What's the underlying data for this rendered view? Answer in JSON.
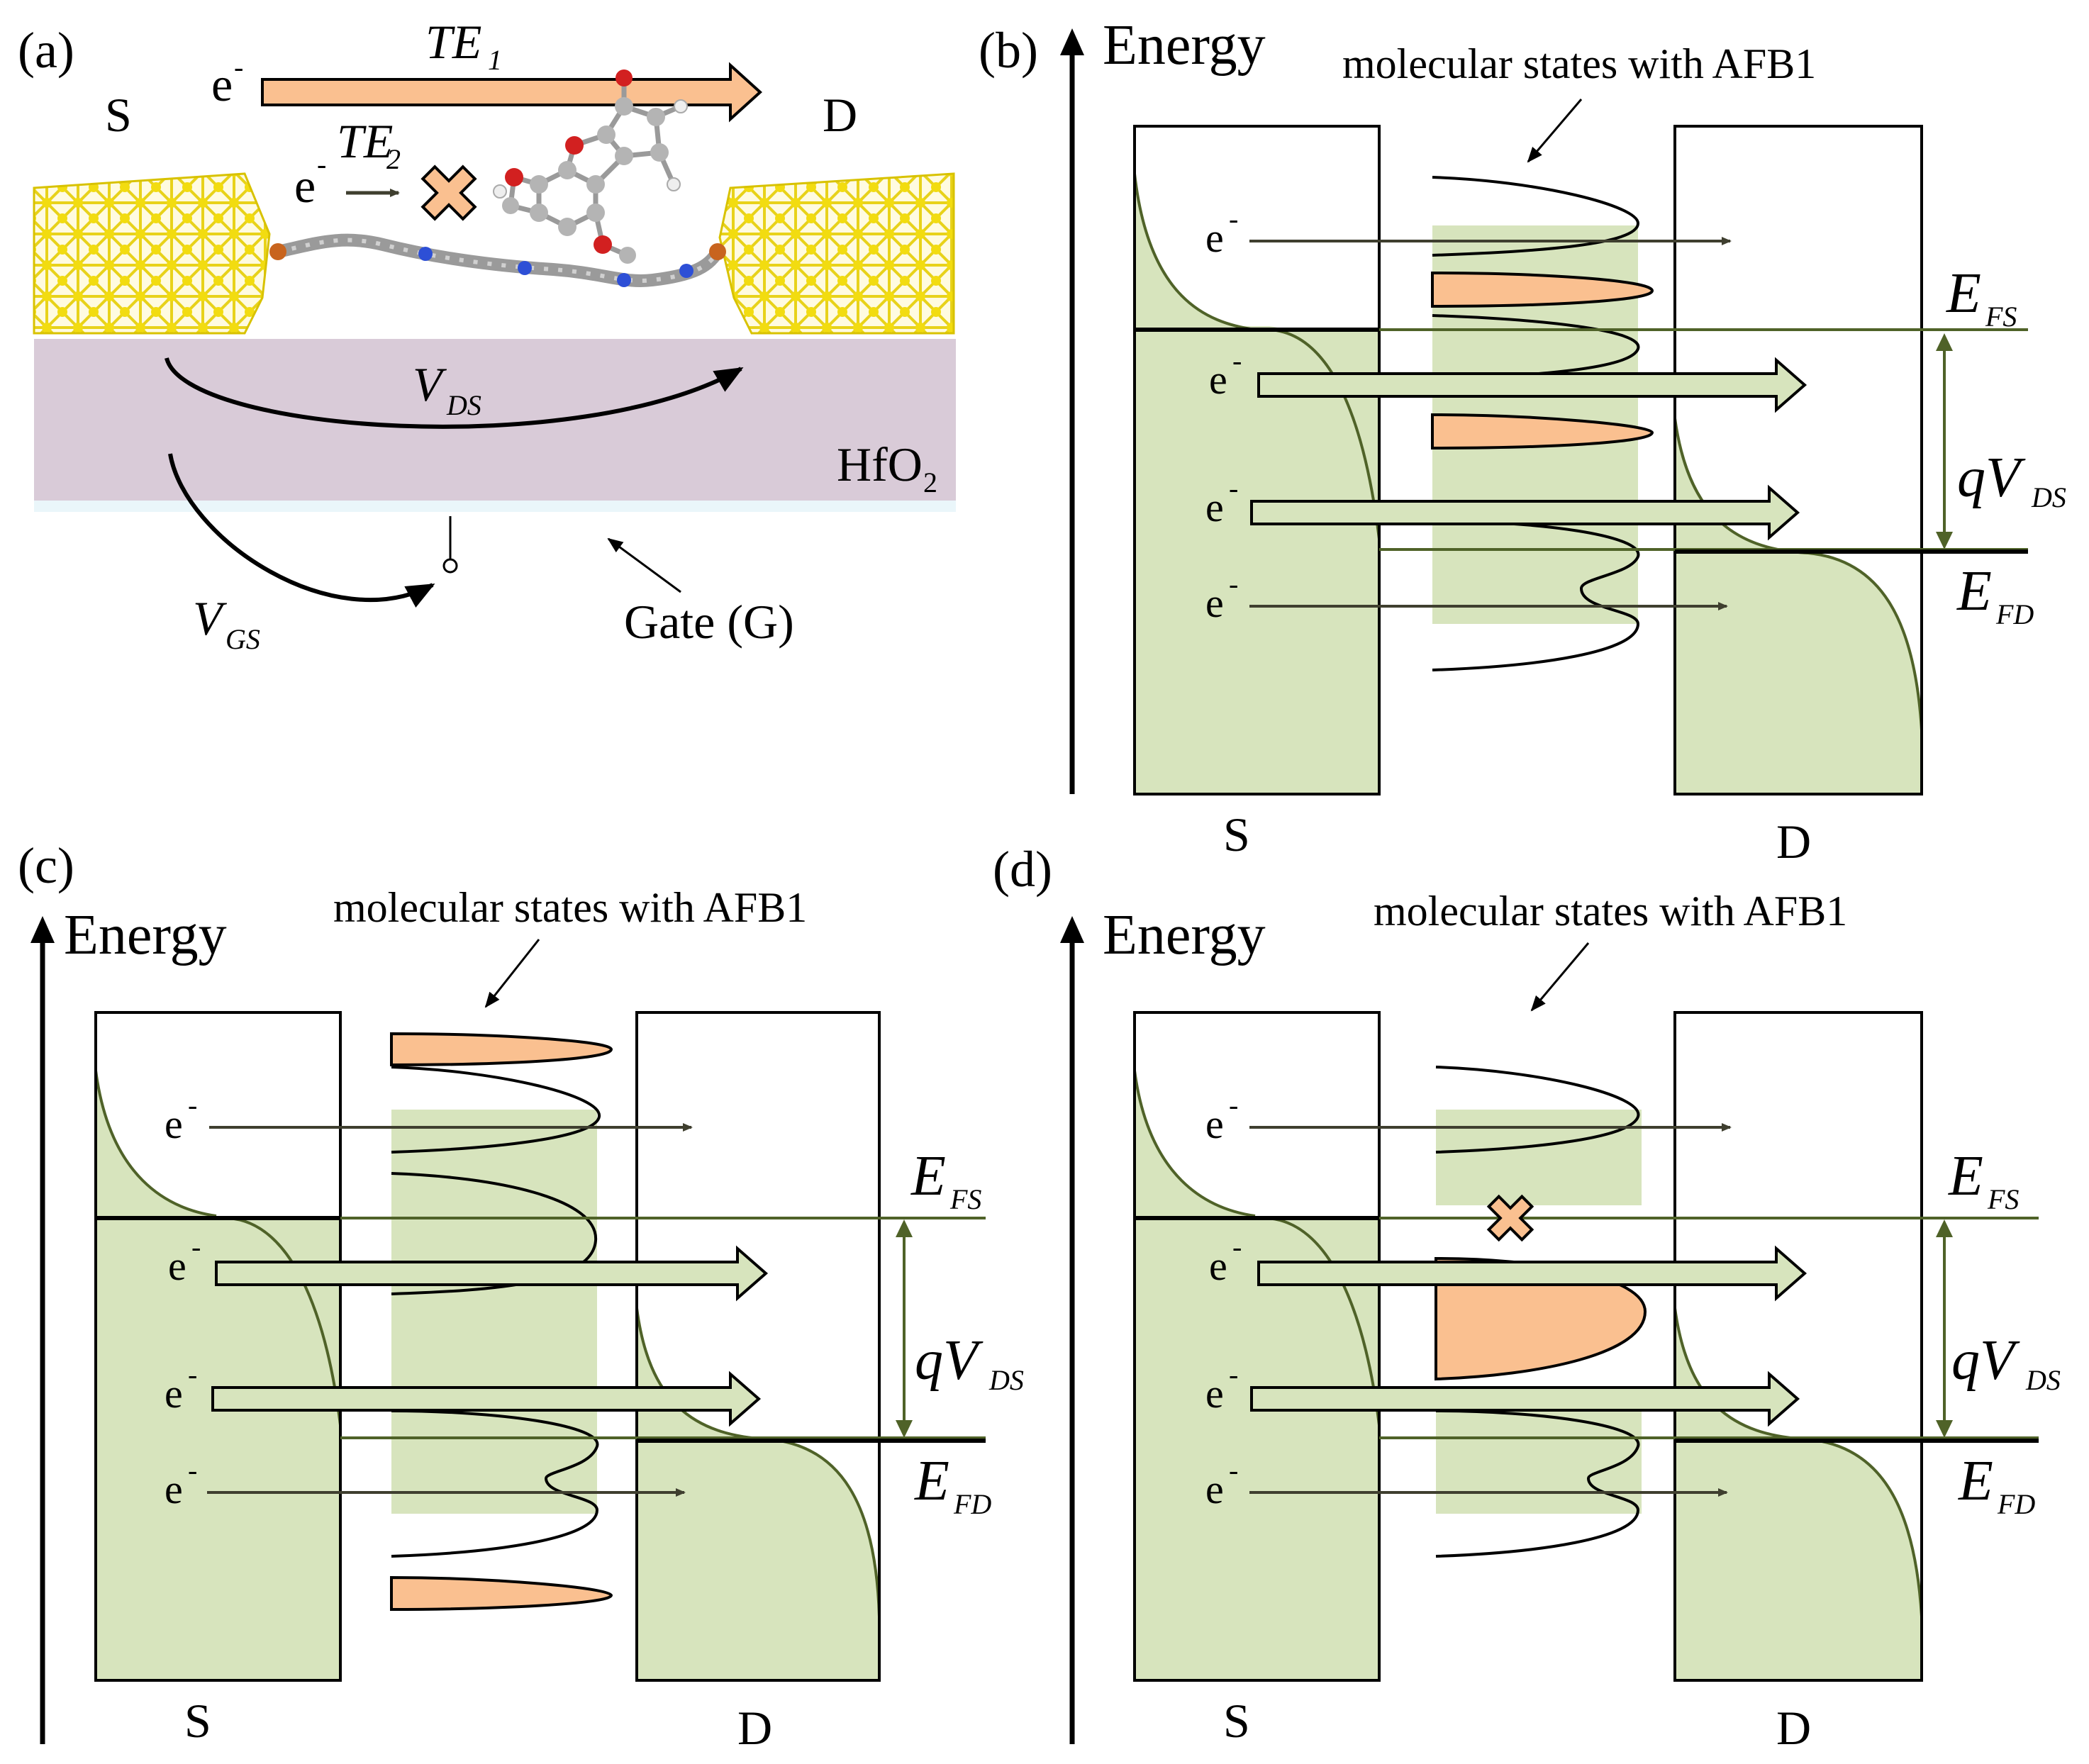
{
  "panel_a": {
    "tag": "(a)",
    "source": "S",
    "drain": "D",
    "electron": "e",
    "electron_sup": "-",
    "te1": "TE",
    "te1_sub": "1",
    "te2": "TE",
    "te2_sub": "2",
    "vds": "V",
    "vds_sub": "DS",
    "oxide": "HfO",
    "oxide_sub": "2",
    "vgs": "V",
    "vgs_sub": "GS",
    "gate": "Gate (G)"
  },
  "panel_b": {
    "tag": "(b)",
    "energy": "Energy",
    "molecular": "molecular states with AFB1",
    "efs": "E",
    "efs_sub": "FS",
    "efd": "E",
    "efd_sub": "FD",
    "qvds": "qV",
    "qvds_sub": "DS",
    "source": "S",
    "drain": "D",
    "electron": "e",
    "electron_sup": "-"
  },
  "panel_c": {
    "tag": "(c)",
    "energy": "Energy",
    "molecular": "molecular states with AFB1",
    "efs": "E",
    "efs_sub": "FS",
    "efd": "E",
    "efd_sub": "FD",
    "qvds": "qV",
    "qvds_sub": "DS",
    "source": "S",
    "drain": "D",
    "electron": "e",
    "electron_sup": "-"
  },
  "panel_d": {
    "tag": "(d)",
    "energy": "Energy",
    "molecular": "molecular states with AFB1",
    "efs": "E",
    "efs_sub": "FS",
    "efd": "E",
    "efd_sub": "FD",
    "qvds": "qV",
    "qvds_sub": "DS",
    "source": "S",
    "drain": "D",
    "electron": "e",
    "electron_sup": "-"
  },
  "colors": {
    "green_fill": "#d7e4bd",
    "green_stroke": "#4f6228",
    "orange_fill": "#fac090",
    "oxide": "#d9cbd8",
    "gold": "#e8d21a",
    "dark_arrow": "#3f3f2f"
  }
}
